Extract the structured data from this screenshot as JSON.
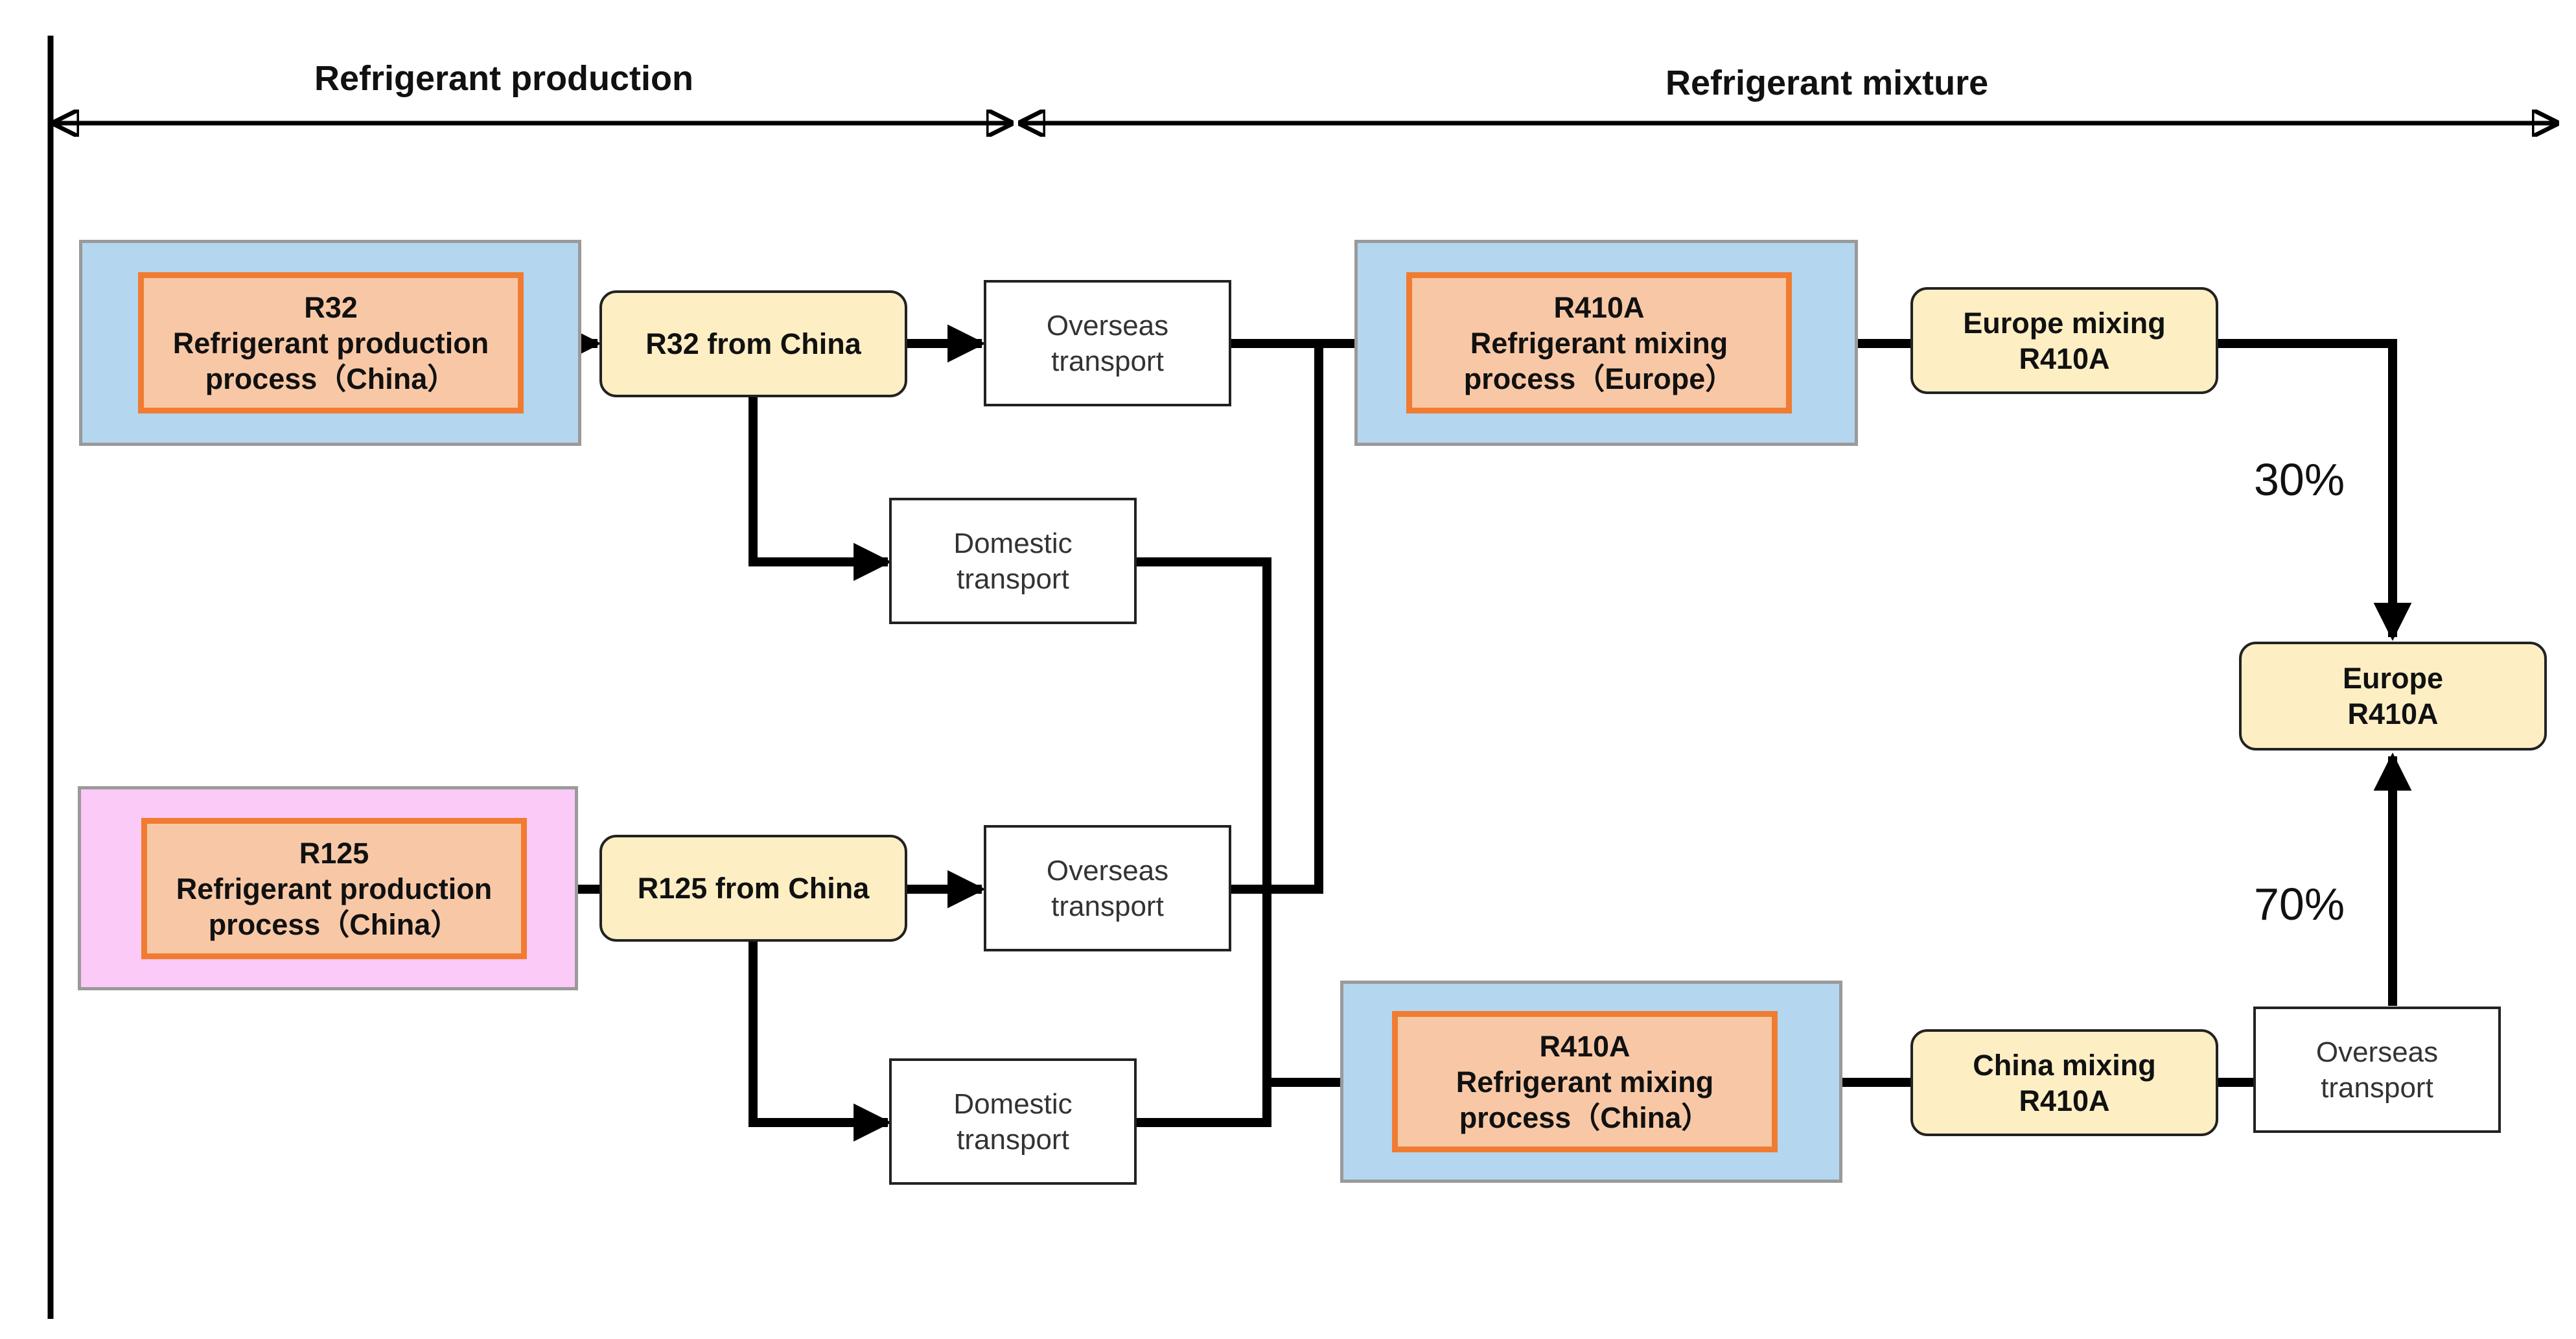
{
  "headers": {
    "production": "Refrigerant production",
    "mixture": "Refrigerant mixture"
  },
  "nodes": {
    "r32_process": [
      "R32",
      "Refrigerant production",
      "process（China）"
    ],
    "r125_process": [
      "R125",
      "Refrigerant production",
      "process（China）"
    ],
    "r32_from_china": "R32 from China",
    "r125_from_china": "R125 from China",
    "overseas_1": [
      "Overseas",
      "transport"
    ],
    "overseas_2": [
      "Overseas",
      "transport"
    ],
    "overseas_3": [
      "Overseas",
      "transport"
    ],
    "domestic_1": [
      "Domestic",
      "transport"
    ],
    "domestic_2": [
      "Domestic",
      "transport"
    ],
    "r410a_europe": [
      "R410A",
      "Refrigerant mixing",
      "process（Europe）"
    ],
    "r410a_china": [
      "R410A",
      "Refrigerant mixing",
      "process（China）"
    ],
    "europe_mixing": [
      "Europe mixing",
      "R410A"
    ],
    "china_mixing": [
      "China mixing",
      "R410A"
    ],
    "europe_r410a": [
      "Europe",
      "R410A"
    ]
  },
  "shares": {
    "europe_mixed": "30%",
    "china_mixed": "70%"
  },
  "colors": {
    "region_blue": "#b4d6ee",
    "region_pink": "#fccaf6",
    "process_fill": "#f8c8a6",
    "process_border": "#f07c32",
    "product_fill": "#fdeec4"
  }
}
